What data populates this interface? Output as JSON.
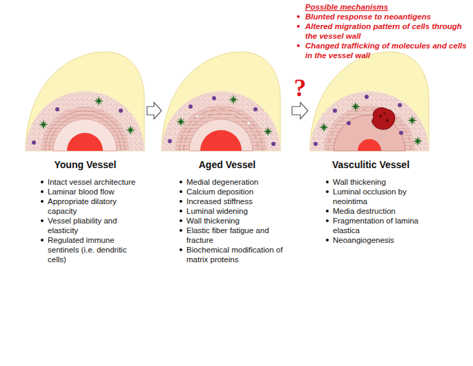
{
  "diagram": {
    "nodes": [
      {
        "text": [
          "Young Vessel",
          "Intact vessel architecture",
          "Laminar blood flow",
          "Appropriate dilatory capacity",
          "Vessel pliability and elasticity",
          "Regulated immune sentinels (i.e. dendritic cells)"
        ]
      },
      {
        "text": [
          "Aged Vessel",
          "Medial degeneration",
          "Calcium deposition",
          "Increased stiffness",
          "Luminal widening",
          "Wall thickening",
          "Elastic fiber fatigue and fracture",
          "Biochemical modification of matrix proteins"
        ]
      },
      {
        "text": [
          "Vasculitic Vessel",
          "Wall thickening",
          "Luminal occlusion by neointima",
          "Media destruction",
          "Fragmentation of lamina elastica",
          "Neoangiogenesis"
        ]
      }
    ],
    "edges": [
      {
        "from": 0,
        "to": 1,
        "arrow": "to"
      },
      {
        "from": 1,
        "to": 2,
        "label": "?",
        "arrow": "to"
      }
    ],
    "labels": [
      "Possible mechanisms",
      "Blunted response to neoantigens",
      "Altered migration pattern of cells through the vessel wall",
      "Changed trafficking of molecules and cells in the vessel wall"
    ]
  }
}
